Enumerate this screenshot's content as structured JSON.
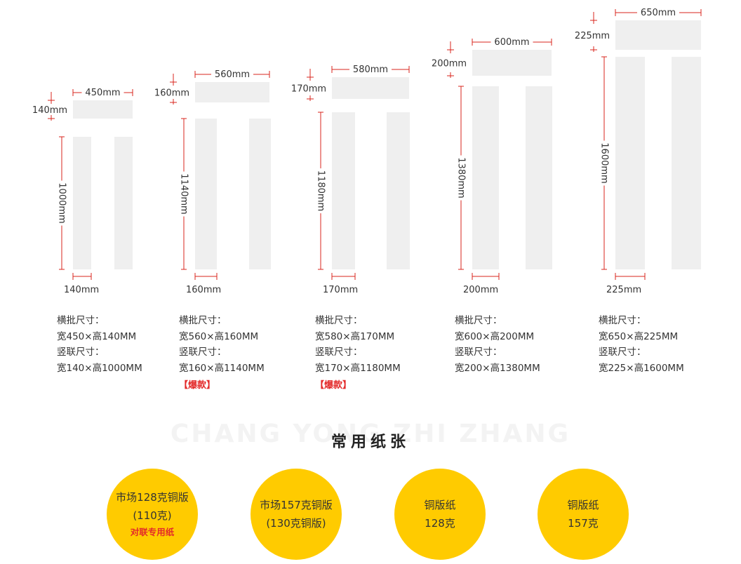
{
  "colors": {
    "panel": "#efefef",
    "dim_line": "#d9261c",
    "accent": "#ffcb00",
    "hot": "#e32a2a"
  },
  "products": [
    {
      "header_w": "450mm",
      "header_h": "140mm",
      "col_h": "1000mm",
      "col_w": "140mm",
      "spec_h_label": "横批尺寸：",
      "spec_h_value": "宽450×高140MM",
      "spec_v_label": "竖联尺寸：",
      "spec_v_value": "宽140×高1000MM",
      "badge": ""
    },
    {
      "header_w": "560mm",
      "header_h": "160mm",
      "col_h": "1140mm",
      "col_w": "160mm",
      "spec_h_label": "横批尺寸：",
      "spec_h_value": "宽560×高160MM",
      "spec_v_label": "竖联尺寸：",
      "spec_v_value": "宽160×高1140MM",
      "badge": "【爆款】"
    },
    {
      "header_w": "580mm",
      "header_h": "170mm",
      "col_h": "1180mm",
      "col_w": "170mm",
      "spec_h_label": "横批尺寸：",
      "spec_h_value": "宽580×高170MM",
      "spec_v_label": "竖联尺寸：",
      "spec_v_value": "宽170×高1180MM",
      "badge": "【爆款】"
    },
    {
      "header_w": "600mm",
      "header_h": "200mm",
      "col_h": "1380mm",
      "col_w": "200mm",
      "spec_h_label": "横批尺寸：",
      "spec_h_value": "宽600×高200MM",
      "spec_v_label": "竖联尺寸：",
      "spec_v_value": "宽200×高1380MM",
      "badge": ""
    },
    {
      "header_w": "650mm",
      "header_h": "225mm",
      "col_h": "1600mm",
      "col_w": "225mm",
      "spec_h_label": "横批尺寸：",
      "spec_h_value": "宽650×高225MM",
      "spec_v_label": "竖联尺寸：",
      "spec_v_value": "宽225×高1600MM",
      "badge": ""
    }
  ],
  "section": {
    "bg_text": "CHANG YONG ZHI ZHANG",
    "title": "常用纸张"
  },
  "papers": [
    {
      "line1": "市场128克铜版",
      "line2": "(110克)",
      "note": "对联专用纸"
    },
    {
      "line1": "市场157克铜版",
      "line2": "(130克铜版)",
      "note": ""
    },
    {
      "line1": "铜版纸",
      "line2": "128克",
      "note": ""
    },
    {
      "line1": "铜版纸",
      "line2": "157克",
      "note": ""
    }
  ]
}
